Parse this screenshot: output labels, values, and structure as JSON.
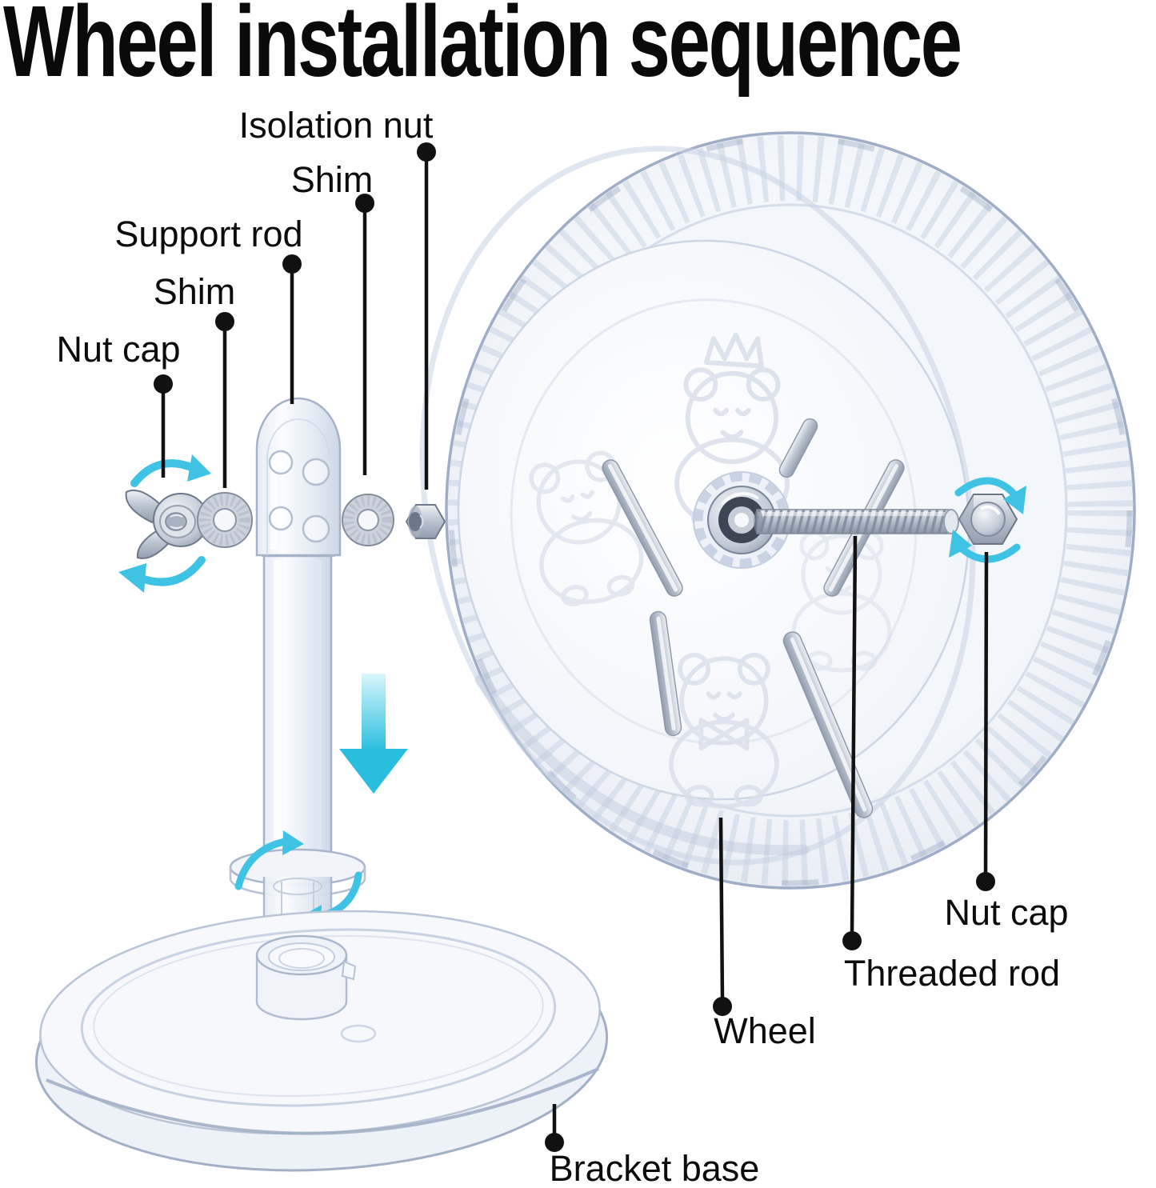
{
  "title": "Wheel installation sequence",
  "labels": {
    "isolation_nut": "Isolation nut",
    "shim_top": "Shim",
    "support_rod": "Support rod",
    "shim_left": "Shim",
    "nut_cap_left": "Nut cap",
    "nut_cap_right": "Nut cap",
    "threaded_rod": "Threaded rod",
    "wheel": "Wheel",
    "bracket_base": "Bracket base"
  },
  "icons": {
    "rotation_arrows": "rotation-arrow-icon",
    "down_arrow": "down-arrow-icon"
  },
  "colors": {
    "accent_cyan": "#3fc3e4",
    "label_black": "#111111",
    "plastic_outline": "#a9b6cc",
    "metal_gray": "#b9c2cf"
  }
}
